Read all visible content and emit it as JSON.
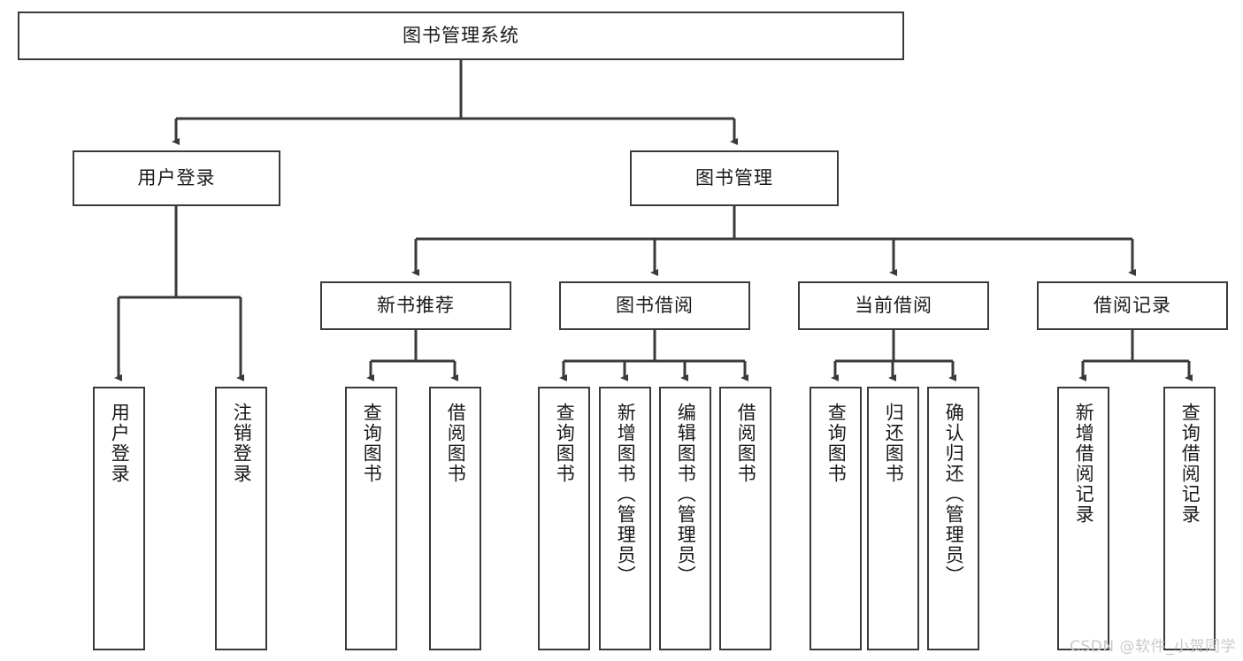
{
  "diagram": {
    "title": "图书管理系统",
    "type": "tree-hierarchy-chart",
    "colors": {
      "background": "#ffffff",
      "box_border": "#3a3a3a",
      "box_fill": "#ffffff",
      "edge": "#3a3a3a",
      "text": "#1a1a1a",
      "watermark": "#c9c9c9"
    },
    "root": {
      "label": "图书管理系统"
    },
    "level1": [
      {
        "label": "用户登录"
      },
      {
        "label": "图书管理"
      }
    ],
    "level2": [
      {
        "label": "新书推荐"
      },
      {
        "label": "图书借阅"
      },
      {
        "label": "当前借阅"
      },
      {
        "label": "借阅记录"
      }
    ],
    "leaves": {
      "user_login": [
        {
          "label": "用户登录"
        },
        {
          "label": "注销登录"
        }
      ],
      "new_book_recommend": [
        {
          "label": "查询图书"
        },
        {
          "label": "借阅图书"
        }
      ],
      "book_borrow": [
        {
          "label": "查询图书"
        },
        {
          "label": "新增图书（管理员）"
        },
        {
          "label": "编辑图书（管理员）"
        },
        {
          "label": "借阅图书"
        }
      ],
      "current_borrow": [
        {
          "label": "查询图书"
        },
        {
          "label": "归还图书"
        },
        {
          "label": "确认归还（管理员）"
        }
      ],
      "borrow_record": [
        {
          "label": "新增借阅记录"
        },
        {
          "label": "查询借阅记录"
        }
      ]
    }
  },
  "watermark": {
    "text": "CSDN @软件_小贺同学"
  }
}
